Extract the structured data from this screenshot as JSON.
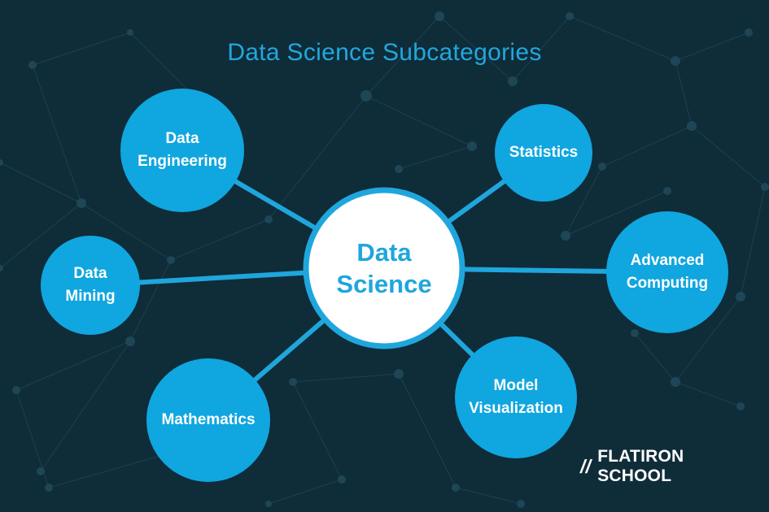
{
  "title": "Data Science Subcategories",
  "colors": {
    "background": "#0f2c39",
    "accent": "#1fa6dc",
    "center_fill": "#ffffff",
    "node_fill": "#10a6df",
    "connector": "#1fa6dc"
  },
  "center": {
    "label": "Data\nScience"
  },
  "nodes": [
    {
      "id": "data-engineering",
      "label": "Data\nEngineering"
    },
    {
      "id": "statistics",
      "label": "Statistics"
    },
    {
      "id": "data-mining",
      "label": "Data\nMining"
    },
    {
      "id": "advanced-computing",
      "label": "Advanced\nComputing"
    },
    {
      "id": "mathematics",
      "label": "Mathematics"
    },
    {
      "id": "model-visualization",
      "label": "Model\nVisualization"
    }
  ],
  "brand": {
    "mark": "//",
    "name": "FLATIRON SCHOOL"
  }
}
